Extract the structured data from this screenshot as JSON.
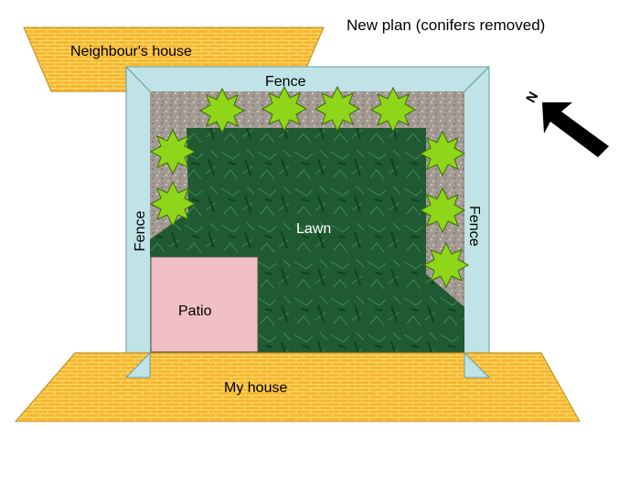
{
  "title": "New plan (conifers removed)",
  "labels": {
    "neighbours_house": "Neighbour's house",
    "fence_top": "Fence",
    "fence_left": "Fence",
    "fence_right": "Fence",
    "lawn": "Lawn",
    "patio": "Patio",
    "my_house": "My house",
    "north": "N"
  },
  "colors": {
    "brick": "#f7b733",
    "brick_mortar": "#f7e070",
    "fence": "#bfe3e6",
    "gravel": "#a9a09a",
    "lawn": "#1f5a33",
    "patio": "#f0c0c4",
    "shrub": "#8fd61a"
  },
  "icons": [
    "shrub-icon",
    "north-arrow-icon"
  ]
}
